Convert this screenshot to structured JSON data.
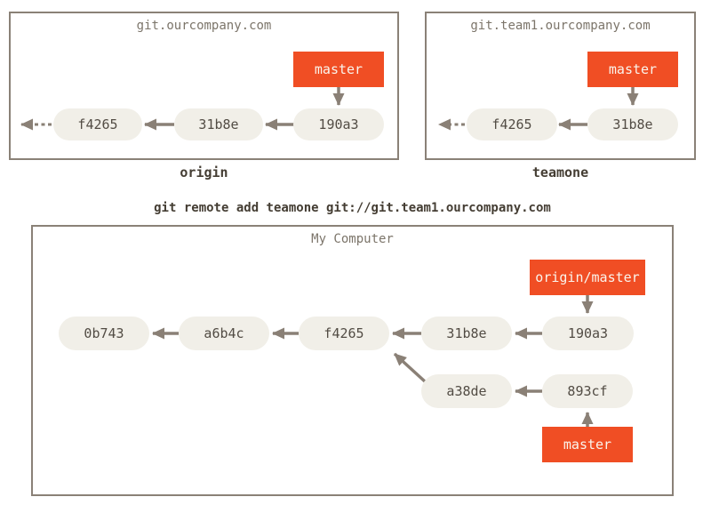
{
  "colors": {
    "background": "#ffffff",
    "box_border": "#8a8177",
    "commit_fill": "#f1efe8",
    "commit_text": "#524c44",
    "branch_fill": "#f04e24",
    "branch_text": "#faf4ec",
    "arrow": "#8a8076",
    "repo_title_text": "#7c756a",
    "repo_label_text": "#443d33"
  },
  "origin_repo": {
    "title": "git.ourcompany.com",
    "label": "origin",
    "branch": "master",
    "commits": [
      "f4265",
      "31b8e",
      "190a3"
    ]
  },
  "teamone_repo": {
    "title": "git.team1.ourcompany.com",
    "label": "teamone",
    "branch": "master",
    "commits": [
      "f4265",
      "31b8e"
    ]
  },
  "command": "git remote add teamone git://git.team1.ourcompany.com",
  "my_computer": {
    "title": "My Computer",
    "remote_branch": "origin/master",
    "branch": "master",
    "main_commits": [
      "0b743",
      "a6b4c",
      "f4265",
      "31b8e",
      "190a3"
    ],
    "branch_commits": [
      "a38de",
      "893cf"
    ]
  }
}
